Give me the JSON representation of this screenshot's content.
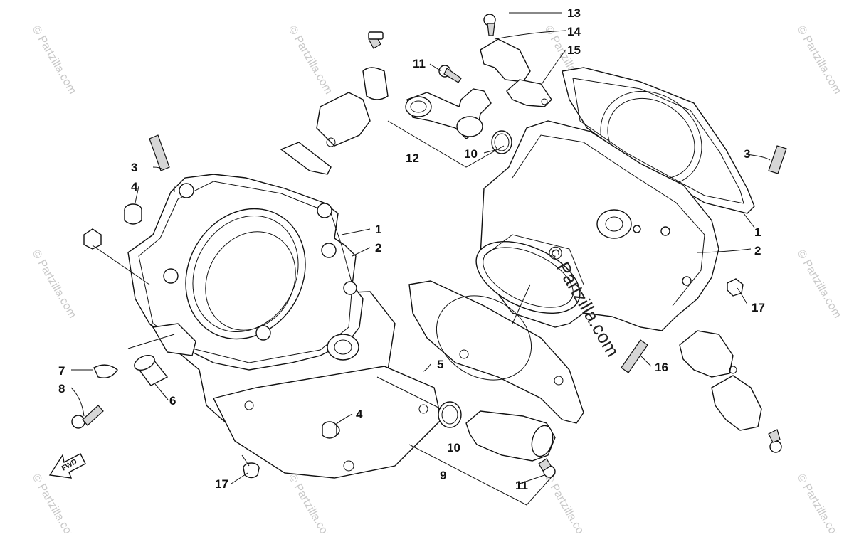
{
  "diagram": {
    "callouts": [
      {
        "id": "c-13",
        "label": "13"
      },
      {
        "id": "c-14",
        "label": "14"
      },
      {
        "id": "c-15",
        "label": "15"
      },
      {
        "id": "c-11a",
        "label": "11"
      },
      {
        "id": "c-10a",
        "label": "10"
      },
      {
        "id": "c-12",
        "label": "12"
      },
      {
        "id": "c-3a",
        "label": "3"
      },
      {
        "id": "c-4a",
        "label": "4"
      },
      {
        "id": "c-1a",
        "label": "1"
      },
      {
        "id": "c-2a",
        "label": "2"
      },
      {
        "id": "c-3b",
        "label": "3"
      },
      {
        "id": "c-1b",
        "label": "1"
      },
      {
        "id": "c-2b",
        "label": "2"
      },
      {
        "id": "c-17a",
        "label": "17"
      },
      {
        "id": "c-16",
        "label": "16"
      },
      {
        "id": "c-5",
        "label": "5"
      },
      {
        "id": "c-7",
        "label": "7"
      },
      {
        "id": "c-8",
        "label": "8"
      },
      {
        "id": "c-6",
        "label": "6"
      },
      {
        "id": "c-4b",
        "label": "4"
      },
      {
        "id": "c-10b",
        "label": "10"
      },
      {
        "id": "c-9",
        "label": "9"
      },
      {
        "id": "c-11b",
        "label": "11"
      },
      {
        "id": "c-17b",
        "label": "17"
      }
    ],
    "fwd_label": "FWD",
    "watermark_main": "© Partzilla.com",
    "watermark_tile": "© Partzilla.com"
  }
}
